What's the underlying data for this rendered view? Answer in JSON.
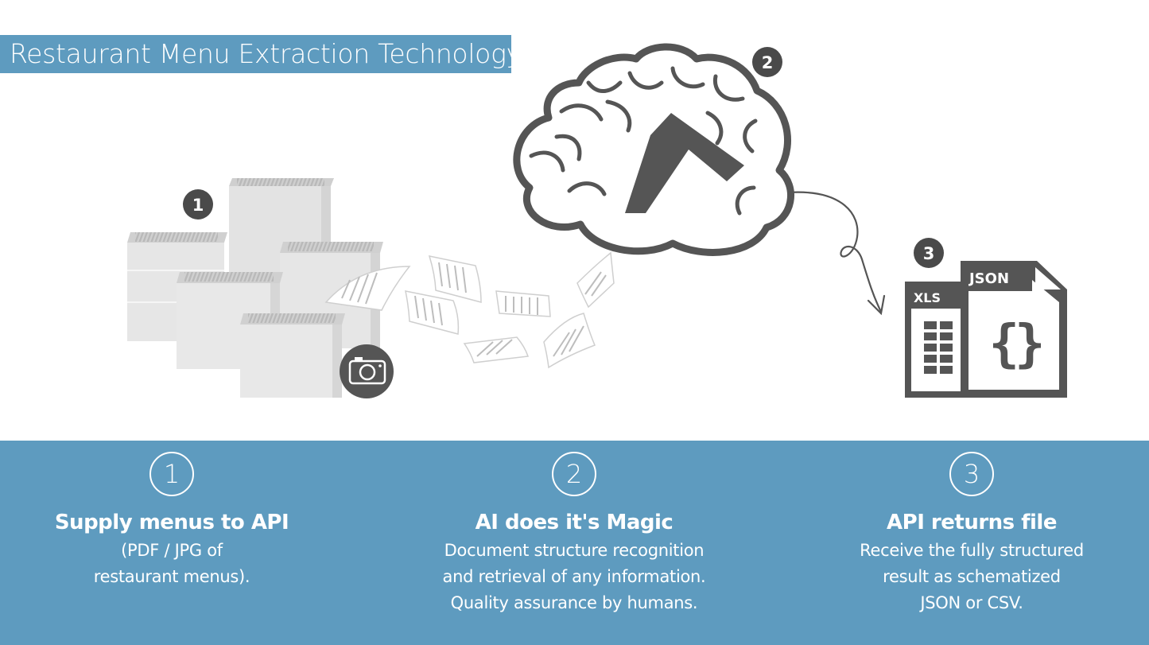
{
  "title": "Restaurant Menu Extraction Technology",
  "illustration": {
    "badge_1": "1",
    "badge_2": "2",
    "badge_3": "3",
    "xls_label": "XLS",
    "json_label": "JSON",
    "json_braces": "{}"
  },
  "steps": [
    {
      "number": "1",
      "title": "Supply menus to API",
      "lines": [
        "(PDF / JPG of",
        "restaurant menus)."
      ]
    },
    {
      "number": "2",
      "title": "AI does it's Magic",
      "lines": [
        "Document structure recognition",
        "and retrieval of any information.",
        "Quality assurance by humans."
      ]
    },
    {
      "number": "3",
      "title": "API returns file",
      "lines": [
        "Receive the fully structured",
        "result as schematized",
        "JSON or CSV."
      ]
    }
  ],
  "colors": {
    "accent": "#5e9bbf",
    "dark": "#555555",
    "paper": "#e3e3e3"
  }
}
